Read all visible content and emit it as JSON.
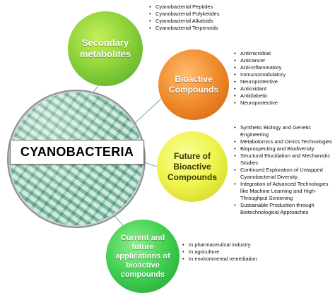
{
  "center": {
    "label": "CYANOBACTERIA"
  },
  "nodes": {
    "secondary": {
      "label": "Secondary metabolites",
      "items": [
        "Cyanobacterial Peptides",
        "Cyanobacterial Polyketides",
        "Cyanobacterial Alkaloids",
        "Cyanobacterial Terpenoids"
      ]
    },
    "bioactive": {
      "label": "Bioactive Compounds",
      "items": [
        "Antimicrobial",
        "Anticancer",
        "Anti-inflammatory",
        "Immunomodulatory",
        "Neuroprotective",
        "Antioxidant",
        "Antidiabetic",
        "Neuroprotective"
      ]
    },
    "future": {
      "label": "Future of Bioactive Compounds",
      "items": [
        "Synthetic Biology and Genetic Engineering",
        "Metabolomics and Omics Technologies",
        "Bioprospecting and Biodiversity",
        "Structural Elucidation and Mechanistic Studies",
        "Continued Exploration of Untapped Cyanobacterial Diversity",
        "Integration of Advanced Technologies like Machine Learning and High-Throughput Screening",
        "Sustainable Production through Biotechnological Approaches"
      ]
    },
    "applications": {
      "label": "Current and future applications of bioactive compounds",
      "items": [
        "In pharmaceutical industry",
        "In agriculture",
        "In environmental remediation"
      ]
    }
  },
  "colors": {
    "secondary": "#8fd43a",
    "bioactive": "#f08a2a",
    "future": "#eef34a",
    "applications": "#3fcf4f",
    "connector": "#8fb8c8"
  }
}
